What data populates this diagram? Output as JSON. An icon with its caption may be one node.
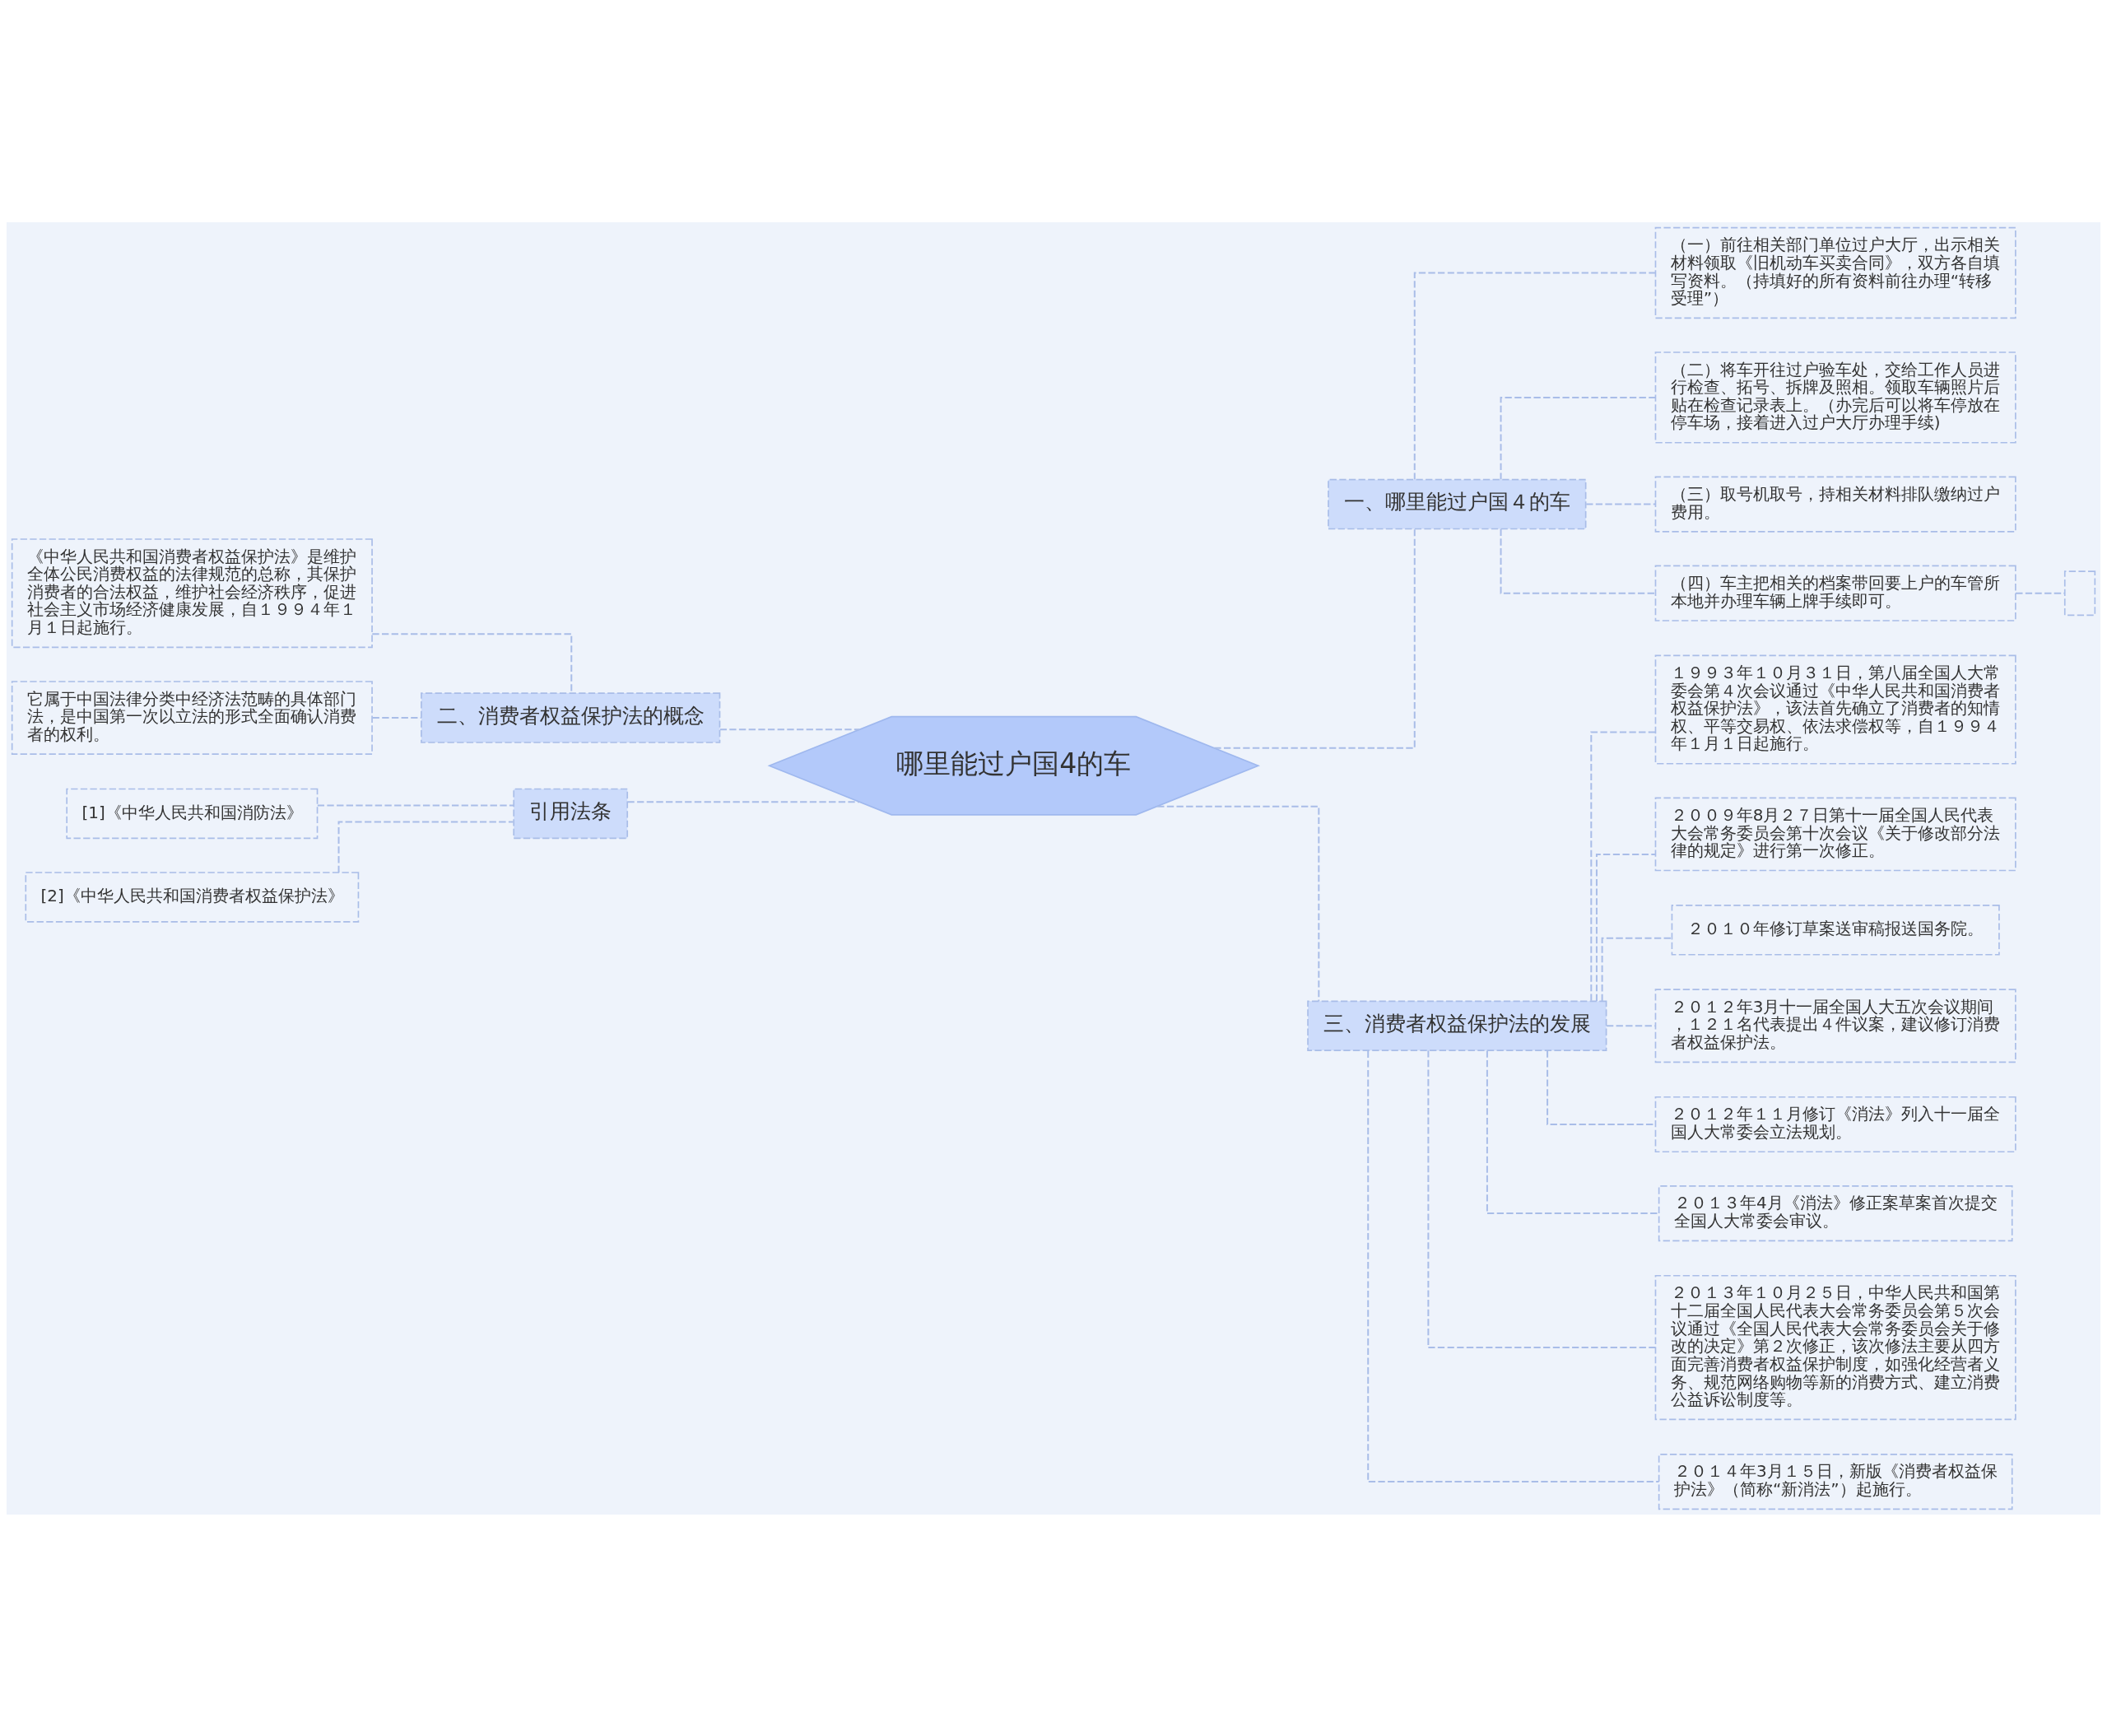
{
  "diagram": {
    "nodes": [
      {
        "text": [
          "哪里能过户国4的车"
        ]
      },
      {
        "text": [
          "一、哪里能过户国４的车"
        ]
      },
      {
        "text": [
          "（一）前往相关部门单位过户大厅，出示相关材料领取《旧机动车买卖合同》，双方各自填写资料。（持填好的所有资料前往办理“转移受理”）"
        ]
      },
      {
        "text": [
          "（二）将车开往过户验车处，交给工作人员进行检查、拓号、拆牌及照相。领取车辆照片后贴在检查记录表上。（办完后可以将车停放在停车场，接着进入过户大厅办理手续)"
        ]
      },
      {
        "text": [
          "（三）取号机取号，持相关材料排队缴纳过户费用。"
        ]
      },
      {
        "text": [
          "（四）车主把相关的档案带回要上户的车管所本地并办理车辆上牌手续即可。"
        ]
      },
      {
        "text": [],
        "shape": "box"
      },
      {
        "text": [
          "二、消费者权益保护法的概念"
        ]
      },
      {
        "text": [
          "《中华人民共和国消费者权益保护法》是维护全体公民消费权益的法律规范的总称，其保护消费者的合法权益，维护社会经济秩序，促进社会主义市场经济健康发展，自１９９４年１月１日起施行。"
        ]
      },
      {
        "text": [
          "它属于中国法律分类中经济法范畴的具体部门法，是中国第一次以立法的形式全面确认消费者的权利。"
        ]
      },
      {
        "text": [
          "引用法条"
        ]
      },
      {
        "text": [
          "[1]《中华人民共和国消防法》"
        ]
      },
      {
        "text": [
          "[2]《中华人民共和国消费者权益保护法》"
        ]
      },
      {
        "text": [
          "三、消费者权益保护法的发展"
        ]
      },
      {
        "text": [
          "１９９３年１０月３１日，第八届全国人大常委会第４次会议通过《中华人民共和国消费者权益保护法》，该法首先确立了消费者的知情权、平等交易权、依法求偿权等，自１９９４年１月１日起施行。"
        ]
      },
      {
        "text": [
          "２００９年8月２７日第十一届全国人民代表大会常务委员会第十次会议《关于修改部分法律的规定》进行第一次修正。"
        ]
      },
      {
        "text": [
          "２０１０年修订草案送审稿报送国务院。"
        ]
      },
      {
        "text": [
          "２０１２年3月十一届全国人大五次会议期间，１２１名代表提出４件议案，建议修订消费者权益保护法。"
        ]
      },
      {
        "text": [
          "２０１２年１１月修订《消法》列入十一届全国人大常委会立法规划。"
        ]
      },
      {
        "text": [
          "２０１３年4月《消法》修正案草案首次提交全国人大常委会审议。"
        ]
      },
      {
        "text": [
          "２０１３年１０月２５日，中华人民共和国第十二届全国人民代表大会常务委员会第５次会议通过《全国人民代表大会常务委员会关于修改的决定》第２次修正，该次修法主要从四方面完善消费者权益保护制度，如强化经营者义务、规范网络购物等新的消费方式、建立消费公益诉讼制度等。"
        ]
      },
      {
        "text": [
          "２０１４年3月１５日，新版《消费者权益保护法》（简称“新消法”）起施行。"
        ]
      }
    ],
    "edges": [
      {
        "from": 0,
        "to": 1,
        "arrow": "none"
      },
      {
        "from": 1,
        "to": 2,
        "arrow": "none"
      },
      {
        "from": 1,
        "to": 3,
        "arrow": "none"
      },
      {
        "from": 1,
        "to": 4,
        "arrow": "none"
      },
      {
        "from": 1,
        "to": 5,
        "arrow": "none"
      },
      {
        "from": 5,
        "to": 6,
        "arrow": "none"
      },
      {
        "from": 0,
        "to": 7,
        "arrow": "none"
      },
      {
        "from": 7,
        "to": 8,
        "arrow": "none"
      },
      {
        "from": 7,
        "to": 9,
        "arrow": "none"
      },
      {
        "from": 0,
        "to": 10,
        "arrow": "none"
      },
      {
        "from": 10,
        "to": 11,
        "arrow": "none"
      },
      {
        "from": 10,
        "to": 12,
        "arrow": "none"
      },
      {
        "from": 0,
        "to": 13,
        "arrow": "none"
      },
      {
        "from": 13,
        "to": 14,
        "arrow": "none"
      },
      {
        "from": 13,
        "to": 15,
        "arrow": "none"
      },
      {
        "from": 13,
        "to": 16,
        "arrow": "none"
      },
      {
        "from": 13,
        "to": 17,
        "arrow": "none"
      },
      {
        "from": 13,
        "to": 18,
        "arrow": "none"
      },
      {
        "from": 13,
        "to": 19,
        "arrow": "none"
      },
      {
        "from": 13,
        "to": 20,
        "arrow": "none"
      },
      {
        "from": 13,
        "to": 21,
        "arrow": "none"
      }
    ]
  }
}
